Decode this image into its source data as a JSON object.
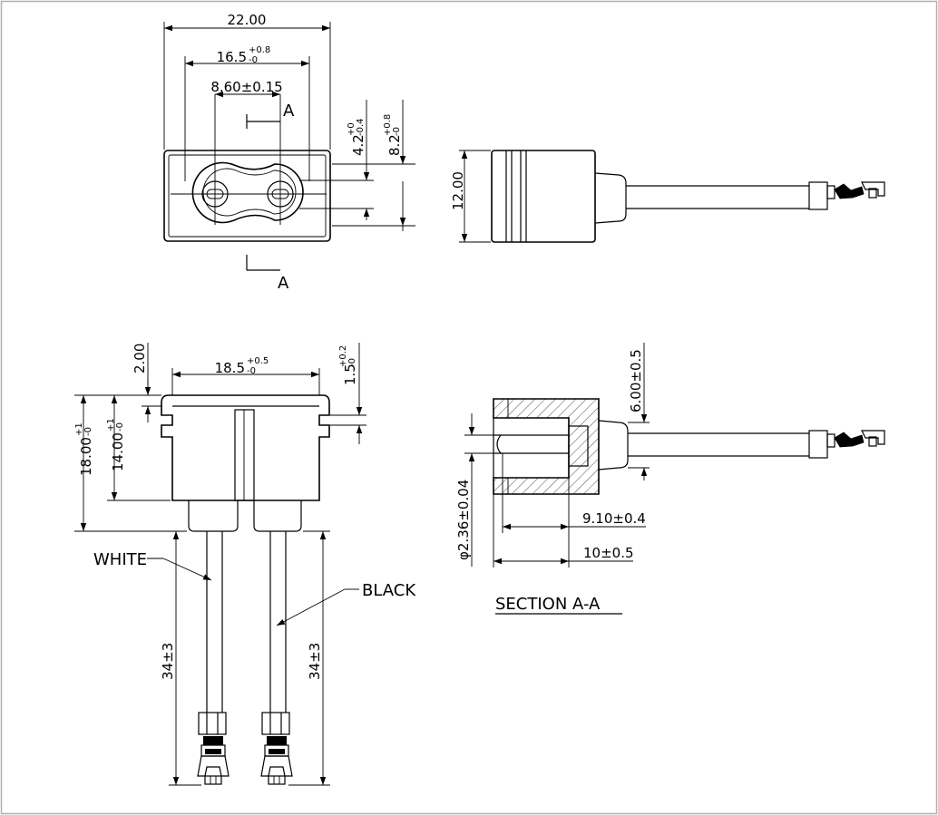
{
  "front_view": {
    "dim_width": "22.00",
    "dim_body": "16.5",
    "dim_body_tol_plus": "+0.8",
    "dim_body_tol_minus": "-0",
    "dim_pitch": "8.60±0.15",
    "section_mark_top": "A",
    "section_mark_bottom": "A",
    "dim_slot": "4.2",
    "dim_slot_tol_plus": "+0",
    "dim_slot_tol_minus": "-0.4",
    "dim_opening": "8.2",
    "dim_opening_tol_plus": "+0.8",
    "dim_opening_tol_minus": "-0"
  },
  "side_view": {
    "dim_height": "12.00"
  },
  "bottom_view": {
    "dim_flange": "2.00",
    "dim_width": "18.5",
    "dim_width_tol_plus": "+0.5",
    "dim_width_tol_minus": "-0",
    "dim_groove": "1.5",
    "dim_groove_tol_plus": "+0.2",
    "dim_groove_tol_minus": "-0",
    "dim_total_height": "18.00",
    "dim_total_height_tol_plus": "+1",
    "dim_total_height_tol_minus": "-0",
    "dim_body_height": "14.00",
    "dim_body_height_tol_plus": "+1",
    "dim_body_height_tol_minus": "-0",
    "label_white": "WHITE",
    "label_black": "BLACK",
    "dim_lead_left": "34±3",
    "dim_lead_right": "34±3"
  },
  "section_view": {
    "dim_lead_offset": "6.00±0.5",
    "dim_pin_dia": "φ2.36±0.04",
    "dim_depth_1": "9.10±0.4",
    "dim_depth_2": "10±0.5",
    "title": "SECTION A-A"
  }
}
